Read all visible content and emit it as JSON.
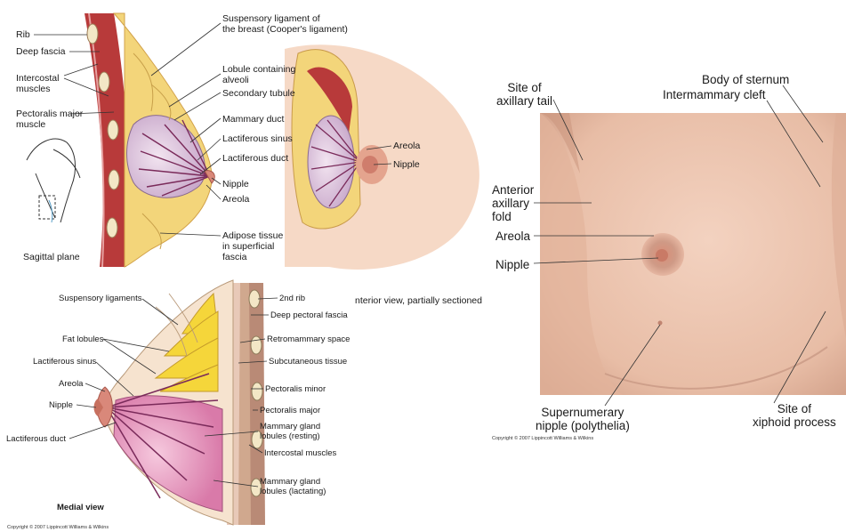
{
  "panel_a": {
    "labels": {
      "rib": "Rib",
      "deep_fascia": "Deep fascia",
      "intercostal_muscles": "Intercostal\nmuscles",
      "pectoralis_major_muscle": "Pectoralis major\nmuscle",
      "sagittal_plane": "Sagittal plane",
      "suspensory_ligament": "Suspensory ligament of\nthe breast (Cooper's ligament)",
      "lobule": "Lobule containing\nalveoli",
      "secondary_tubule": "Secondary tubule",
      "mammary_duct": "Mammary duct",
      "lactiferous_sinus": "Lactiferous sinus",
      "lactiferous_duct": "Lactiferous duct",
      "nipple": "Nipple",
      "areola": "Areola",
      "adipose_tissue": "Adipose tissue\nin superficial\nfascia"
    }
  },
  "panel_b": {
    "labels": {
      "areola": "Areola",
      "nipple": "Nipple",
      "caption": "nterior view, partially sectioned"
    }
  },
  "panel_c": {
    "labels": {
      "suspensory_ligaments": "Suspensory ligaments",
      "fat_lobules": "Fat lobules",
      "lactiferous_sinus": "Lactiferous sinus",
      "areola": "Areola",
      "nipple": "Nipple",
      "lactiferous_duct": "Lactiferous duct",
      "second_rib": "2nd rib",
      "deep_pectoral_fascia": "Deep pectoral fascia",
      "retromammary_space": "Retromammary space",
      "subcutaneous_tissue": "Subcutaneous tissue",
      "pectoralis_minor": "Pectoralis minor",
      "pectoralis_major": "Pectoralis major",
      "gland_resting": "Mammary gland\nlobules (resting)",
      "intercostal_muscles": "Intercostal muscles",
      "gland_lactating": "Mammary gland\nlobules (lactating)",
      "medial_view": "Medial view"
    },
    "copyright": "Copyright © 2007 Lippincott Williams & Wilkins"
  },
  "panel_d": {
    "labels": {
      "site_axillary_tail": "Site of\naxillary tail",
      "body_of_sternum": "Body of sternum",
      "intermammary_cleft": "Intermammary cleft",
      "anterior_axillary_fold": "Anterior\naxillary\nfold",
      "areola": "Areola",
      "nipple": "Nipple",
      "supernumerary_nipple": "Supernumerary\nnipple (polythelia)",
      "site_xiphoid": "Site of\nxiphoid process"
    },
    "copyright": "Copyright © 2007 Lippincott Williams & Wilkins"
  },
  "colors": {
    "fat": "#f3d57a",
    "muscle": "#b83a3a",
    "gland": "#e6cfe4",
    "duct": "#7a2a5a",
    "skin": "#f6d9c6",
    "areola": "#d9887a",
    "photo_skin": "#ecc3ad"
  }
}
